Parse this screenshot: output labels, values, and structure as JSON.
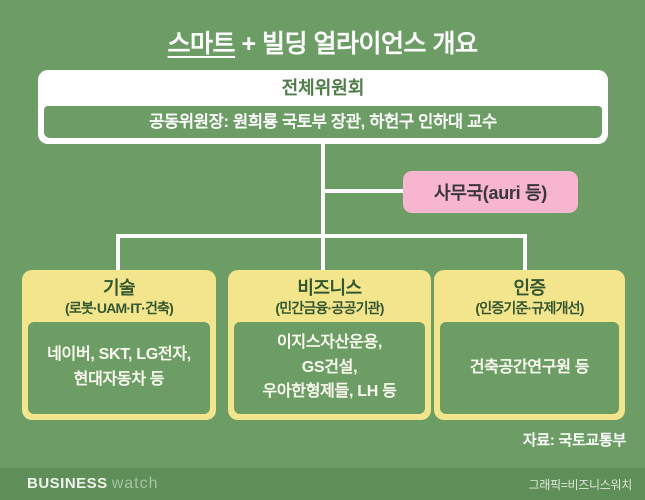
{
  "title": {
    "part_underlined": "스마트",
    "part_rest": " + 빌딩 얼라이언스 개요"
  },
  "committee": {
    "title": "전체위원회",
    "chair": "공동위원장: 원희룡 국토부 장관, 하헌구 인하대 교수"
  },
  "secretariat": {
    "label": "사무국(auri 등)"
  },
  "branches": [
    {
      "title": "기술",
      "subtitle": "(로봇·UAM·IT·건축)",
      "members": "네이버, SKT, LG전자,\n현대자동차 등"
    },
    {
      "title": "비즈니스",
      "subtitle": "(민간금융·공공기관)",
      "members": "이지스자산운용,\nGS건설,\n우아한형제들, LH 등"
    },
    {
      "title": "인증",
      "subtitle": "(인증기준·규제개선)",
      "members": "건축공간연구원 등"
    }
  ],
  "source": "자료: 국토교통부",
  "footer": {
    "logo_business": "BUSINESS",
    "logo_watch": "watch",
    "credit": "그래픽=비즈니스워치"
  },
  "colors": {
    "background": "#6B9D64",
    "footer_strip": "#5F8F58",
    "box_white": "#FFFFFF",
    "box_yellow": "#F3E58C",
    "box_pink": "#F7B5D0",
    "text_green_dark": "#335731",
    "text_green_committee": "#4E7D48",
    "text_white": "#FFFFFF",
    "connector": "#FFFFFF"
  }
}
